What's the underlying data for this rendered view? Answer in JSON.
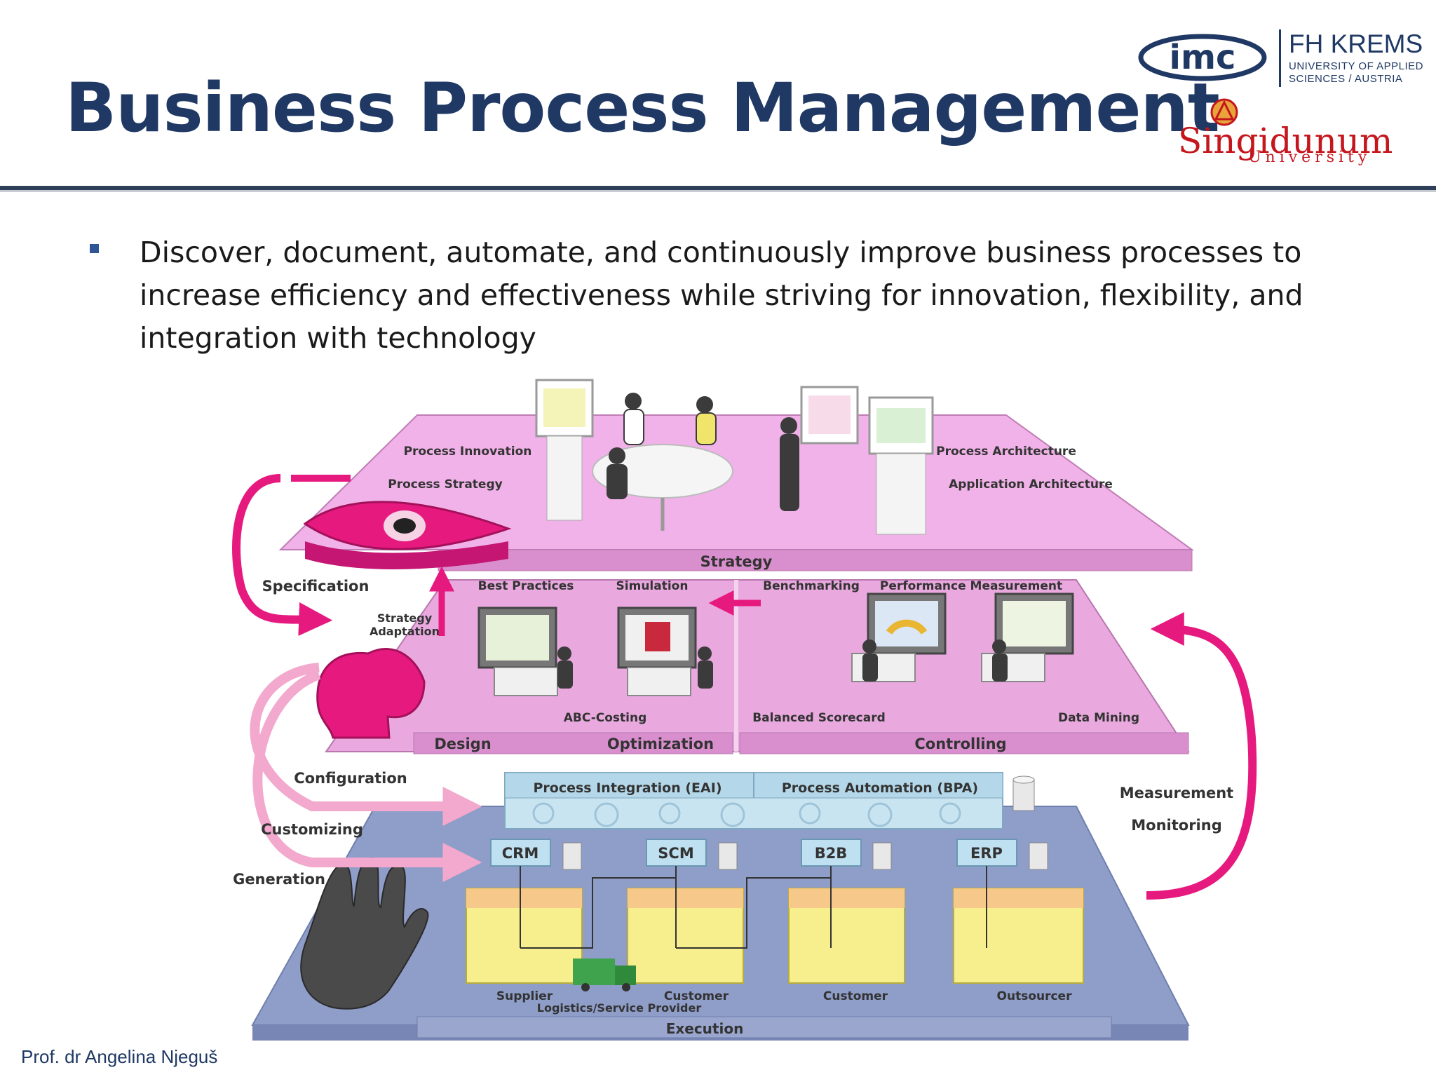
{
  "title": "Business Process Management",
  "logos": {
    "imc": "imc",
    "fh_name": "FH KREMS",
    "fh_line1": "UNIVERSITY OF APPLIED",
    "fh_line2": "SCIENCES / AUSTRIA",
    "singidunum": "Singidunum",
    "university": "University"
  },
  "bullet": "Discover, document, automate, and continuously improve business processes to increase efficiency and effectiveness while striving for innovation, flexibility, and integration with technology",
  "footer": "Prof. dr Angelina Njeguš",
  "diagram": {
    "strategy_layer": {
      "name": "Strategy",
      "left_items": [
        "Process Innovation",
        "Process Strategy"
      ],
      "right_items": [
        "Process Architecture",
        "Application Architecture"
      ]
    },
    "middle_layer": {
      "top_labels": [
        "Best Practices",
        "Simulation",
        "Benchmarking",
        "Performance Measurement"
      ],
      "strategy_adaptation": [
        "Strategy",
        "Adaptation"
      ],
      "abc_costing": "ABC-Costing",
      "balanced_scorecard": "Balanced Scorecard",
      "data_mining": "Data Mining",
      "sections": [
        "Design",
        "Optimization",
        "Controlling"
      ]
    },
    "left_arrows": [
      "Specification",
      "Configuration",
      "Customizing",
      "Generation"
    ],
    "right_arrows": [
      "Measurement",
      "Monitoring"
    ],
    "integration": [
      "Process Integration (EAI)",
      "Process Automation (BPA)"
    ],
    "systems": [
      "CRM",
      "SCM",
      "B2B",
      "ERP"
    ],
    "execution": {
      "name": "Execution",
      "units": [
        "Supplier",
        "Customer",
        "Customer",
        "Outsourcer"
      ],
      "logistics": "Logistics/Service Provider"
    }
  }
}
